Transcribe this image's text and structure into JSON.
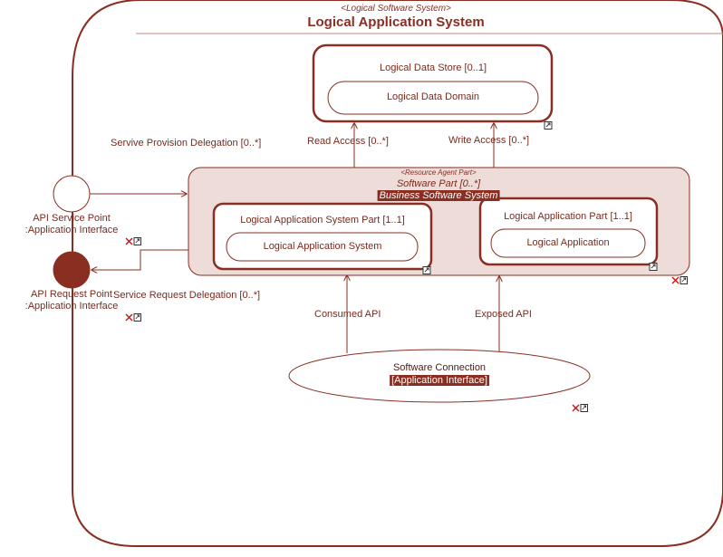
{
  "diagram": {
    "system": {
      "stereotype": "<Logical Software System>",
      "title": "Logical Application System"
    },
    "data_store": {
      "label": "Logical Data Store [0..1]",
      "inner_label": "Logical Data Domain"
    },
    "software_part": {
      "stereotype": "<Resource Agent Part>",
      "label": "Software Part [0..*]",
      "type": "Business Software System"
    },
    "system_part": {
      "label": "Logical Application System Part [1..1]",
      "inner_label": "Logical Application System"
    },
    "app_part": {
      "label": "Logical Application Part [1..1]",
      "inner_label": "Logical Application"
    },
    "ports": {
      "service_line1": "API Service Point",
      "service_line2": ":Application Interface",
      "request_line1": "API Request Point",
      "request_line2": ":Application Interface"
    },
    "connectors": {
      "read": "Read Access [0..*]",
      "write": "Write Access [0..*]",
      "provision": "Servive Provision Delegation [0..*]",
      "request": "Service Request Delegation [0..*]",
      "consumed": "Consumed API",
      "exposed": "Exposed API"
    },
    "connection": {
      "label": "Software Connection",
      "type": "[Application Interface]"
    }
  },
  "colors": {
    "stroke": "#8a2e22",
    "part_fill": "#eddcd7",
    "port_fill": "#8a2e22"
  },
  "icons": [
    "close-icon",
    "link-icon"
  ]
}
